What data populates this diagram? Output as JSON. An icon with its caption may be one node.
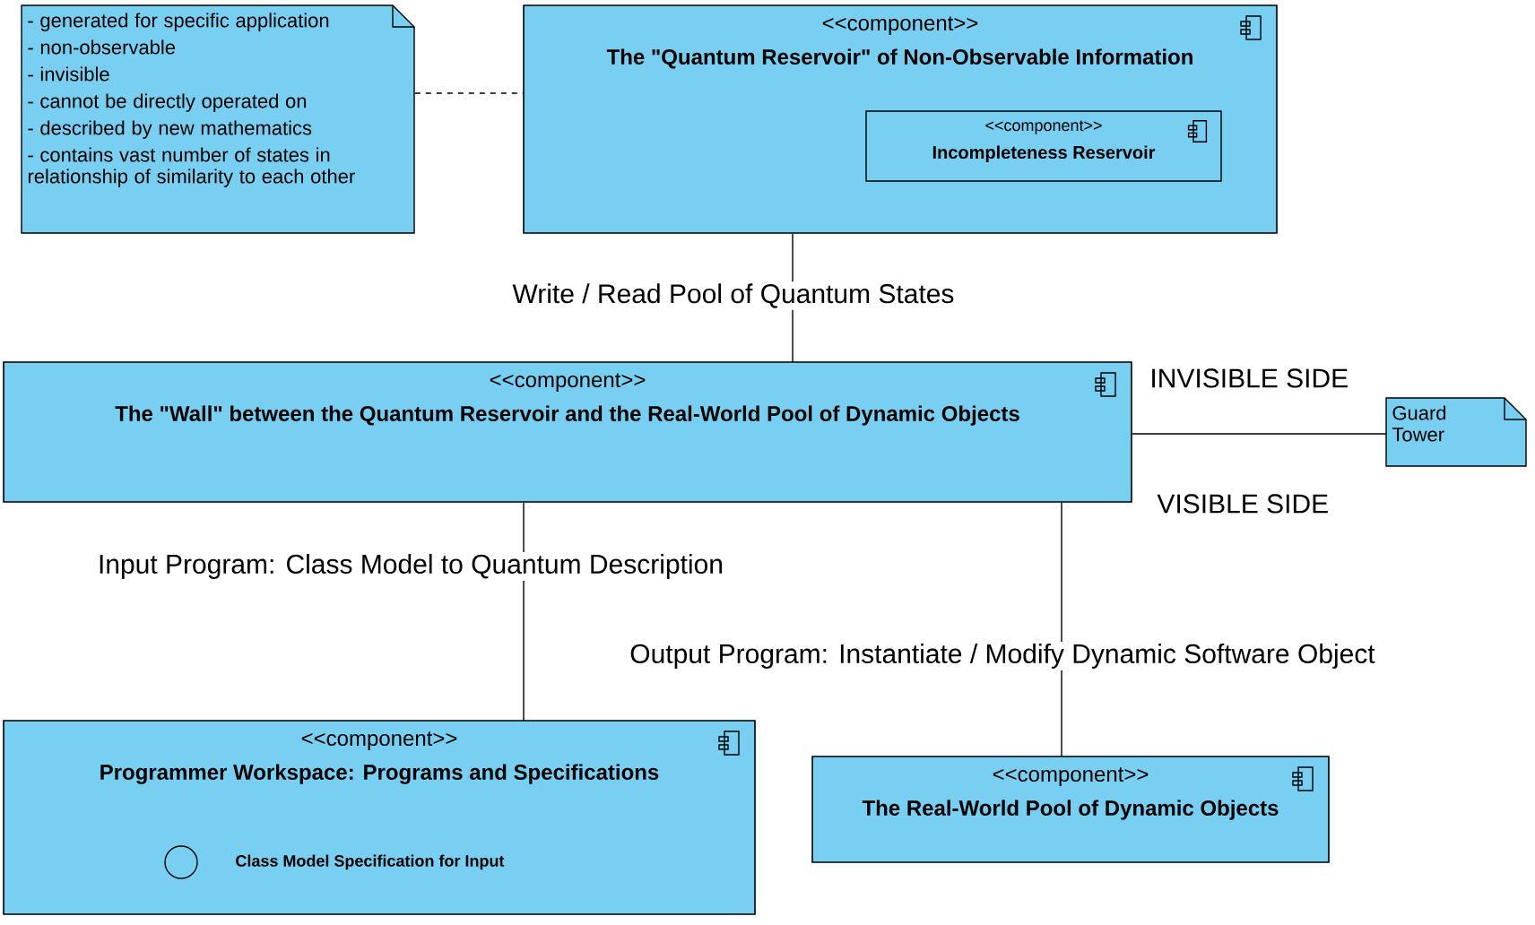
{
  "diagram": {
    "nodes": [
      {
        "text": [
          "- generated for specific application",
          "- non-observable",
          "- invisible",
          "- cannot be directly operated on",
          "- described by new mathematics",
          "- contains vast number of states in relationship of similarity to each other"
        ]
      },
      {
        "text": [
          "<<component>>",
          "The \"Quantum Reservoir\" of Non-Observable Information"
        ]
      },
      {
        "text": [
          "<<component>>",
          "Incompleteness Reservoir"
        ],
        "in": 1
      },
      {
        "text": [
          "<<component>>",
          "The \"Wall\" between the Quantum Reservoir and the Real-World Pool of Dynamic Objects"
        ]
      },
      {
        "text": [
          "Guard Tower"
        ]
      },
      {
        "text": [
          "<<component>>",
          "Programmer Workspace: Programs and Specifications"
        ]
      },
      {
        "text": [],
        "shape": "circle",
        "in": 5,
        "beside": [
          "Class Model Specification for Input"
        ]
      },
      {
        "text": [
          "<<component>>",
          "The Real-World Pool of Dynamic Objects"
        ]
      }
    ],
    "edges": [
      {
        "from": 0,
        "to": 1,
        "arrow": "none",
        "style": "dashed"
      },
      {
        "from": 1,
        "to": 3,
        "arrow": "none",
        "label": "Write / Read Pool of Quantum States"
      },
      {
        "from": 3,
        "to": 4,
        "arrow": "none"
      },
      {
        "from": 3,
        "to": 5,
        "arrow": "none",
        "label": "Input Program: Class Model to Quantum Description"
      },
      {
        "from": 3,
        "to": 7,
        "arrow": "none",
        "label": "Output Program: Instantiate / Modify Dynamic Software Object"
      }
    ],
    "labels": [
      "INVISIBLE SIDE",
      "VISIBLE SIDE"
    ]
  }
}
